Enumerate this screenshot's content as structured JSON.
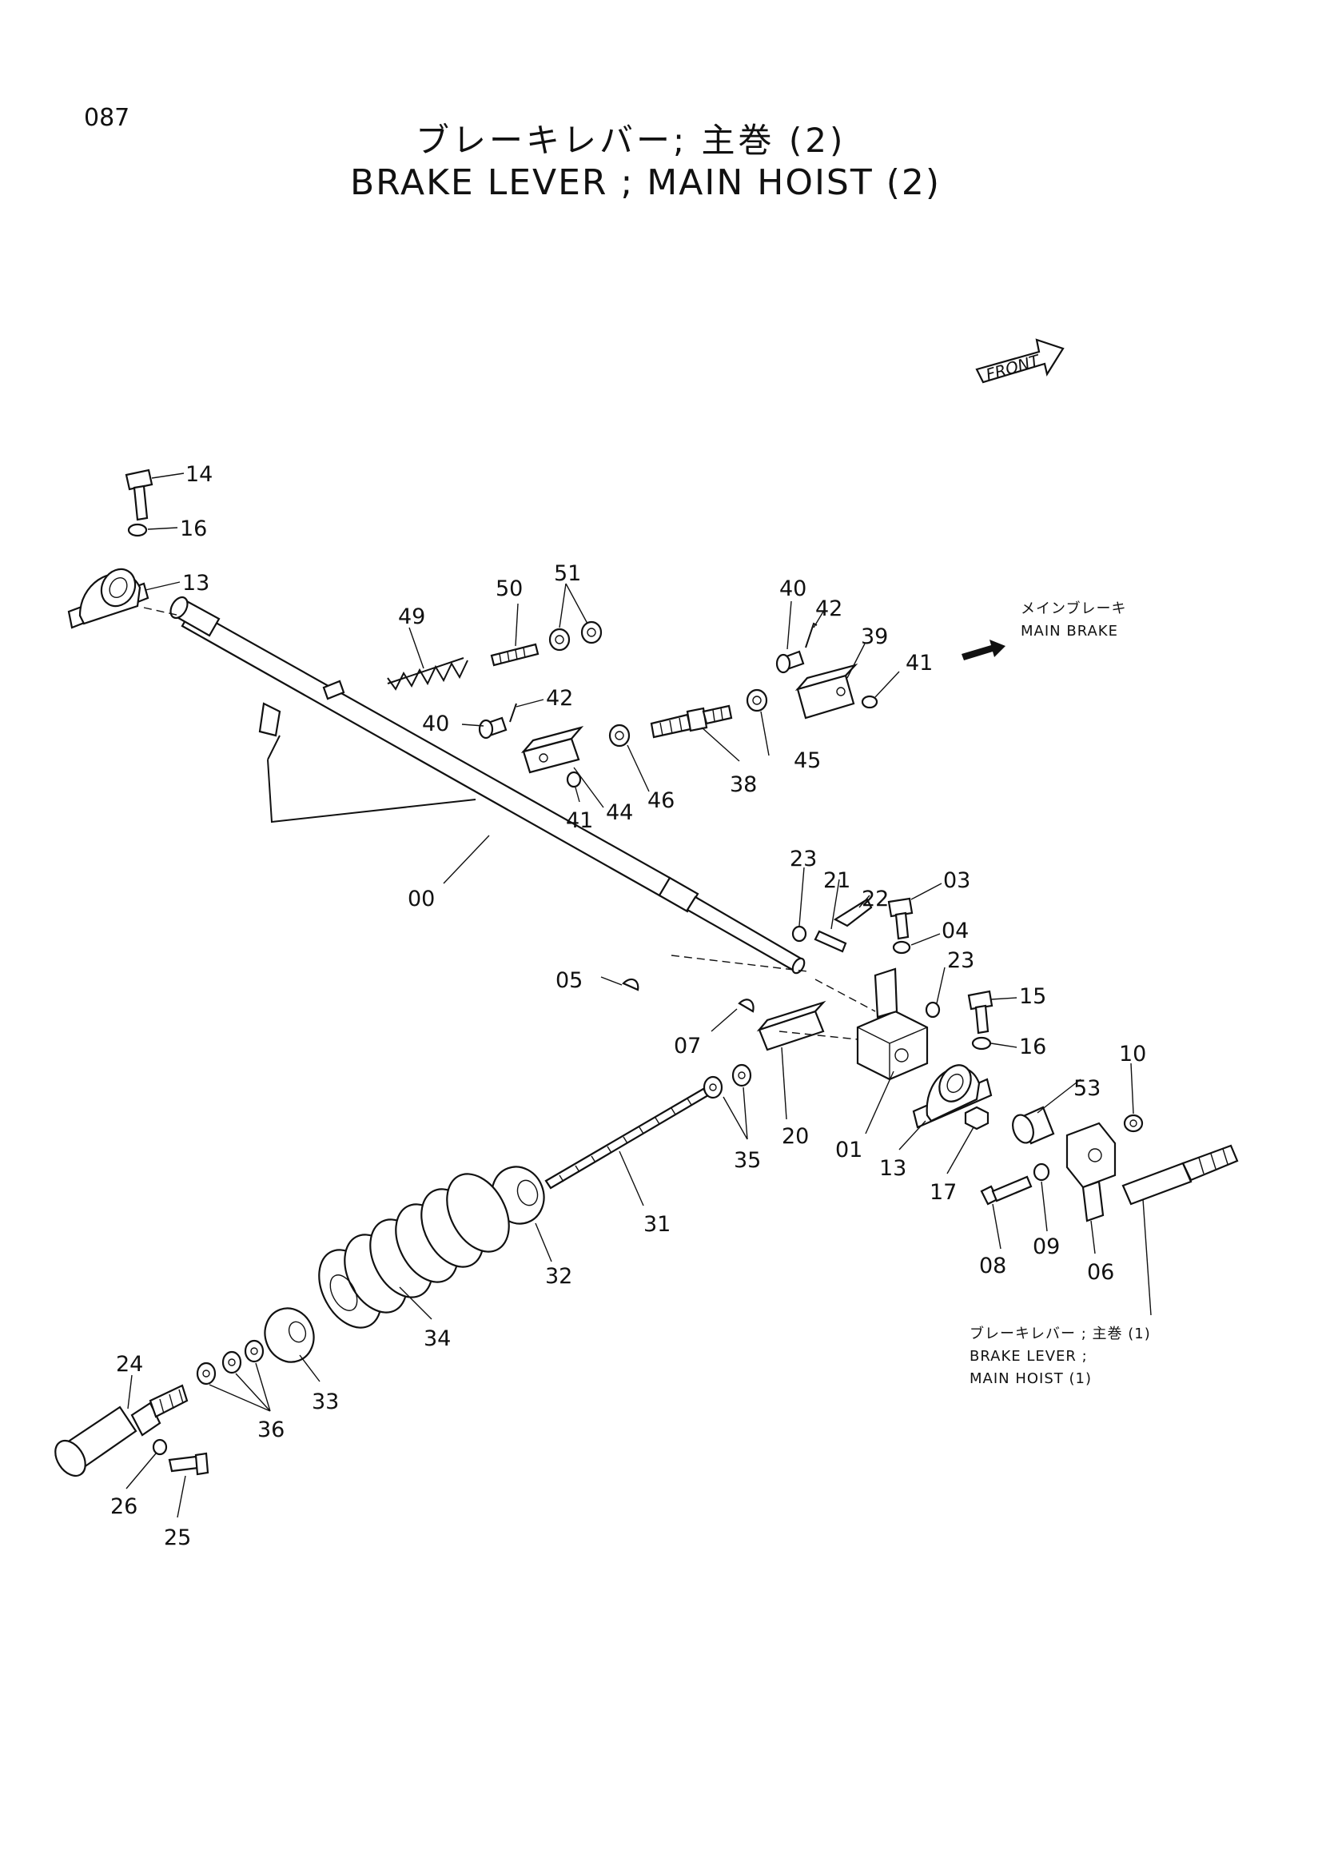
{
  "page_number": "087",
  "title_jp": "ブレーキレバー; 主巻 (2)",
  "title_en": "BRAKE LEVER ; MAIN HOIST (2)",
  "front_label": "FRONT",
  "callout_main_brake": {
    "jp": "メインブレーキ",
    "en": "MAIN BRAKE"
  },
  "callout_lever1": {
    "jp": "ブレーキレバー ; 主巻 (1)",
    "en1": "BRAKE LEVER ;",
    "en2": "MAIN HOIST (1)"
  },
  "parts": [
    {
      "id": "p14",
      "label": "14"
    },
    {
      "id": "p16a",
      "label": "16"
    },
    {
      "id": "p13a",
      "label": "13"
    },
    {
      "id": "p49",
      "label": "49"
    },
    {
      "id": "p50",
      "label": "50"
    },
    {
      "id": "p51",
      "label": "51"
    },
    {
      "id": "p40a",
      "label": "40"
    },
    {
      "id": "p42a",
      "label": "42"
    },
    {
      "id": "p39",
      "label": "39"
    },
    {
      "id": "p41a",
      "label": "41"
    },
    {
      "id": "p40b",
      "label": "40"
    },
    {
      "id": "p42b",
      "label": "42"
    },
    {
      "id": "p38",
      "label": "38"
    },
    {
      "id": "p45",
      "label": "45"
    },
    {
      "id": "p46",
      "label": "46"
    },
    {
      "id": "p44",
      "label": "44"
    },
    {
      "id": "p41b",
      "label": "41"
    },
    {
      "id": "p00",
      "label": "00"
    },
    {
      "id": "p23a",
      "label": "23"
    },
    {
      "id": "p21",
      "label": "21"
    },
    {
      "id": "p22",
      "label": "22"
    },
    {
      "id": "p03",
      "label": "03"
    },
    {
      "id": "p04",
      "label": "04"
    },
    {
      "id": "p23b",
      "label": "23"
    },
    {
      "id": "p05",
      "label": "05"
    },
    {
      "id": "p07",
      "label": "07"
    },
    {
      "id": "p15",
      "label": "15"
    },
    {
      "id": "p16b",
      "label": "16"
    },
    {
      "id": "p10",
      "label": "10"
    },
    {
      "id": "p53",
      "label": "53"
    },
    {
      "id": "p20",
      "label": "20"
    },
    {
      "id": "p01",
      "label": "01"
    },
    {
      "id": "p13b",
      "label": "13"
    },
    {
      "id": "p17",
      "label": "17"
    },
    {
      "id": "p35",
      "label": "35"
    },
    {
      "id": "p31",
      "label": "31"
    },
    {
      "id": "p09",
      "label": "09"
    },
    {
      "id": "p08",
      "label": "08"
    },
    {
      "id": "p06",
      "label": "06"
    },
    {
      "id": "p32",
      "label": "32"
    },
    {
      "id": "p34",
      "label": "34"
    },
    {
      "id": "p24",
      "label": "24"
    },
    {
      "id": "p33",
      "label": "33"
    },
    {
      "id": "p36",
      "label": "36"
    },
    {
      "id": "p26",
      "label": "26"
    },
    {
      "id": "p25",
      "label": "25"
    }
  ]
}
